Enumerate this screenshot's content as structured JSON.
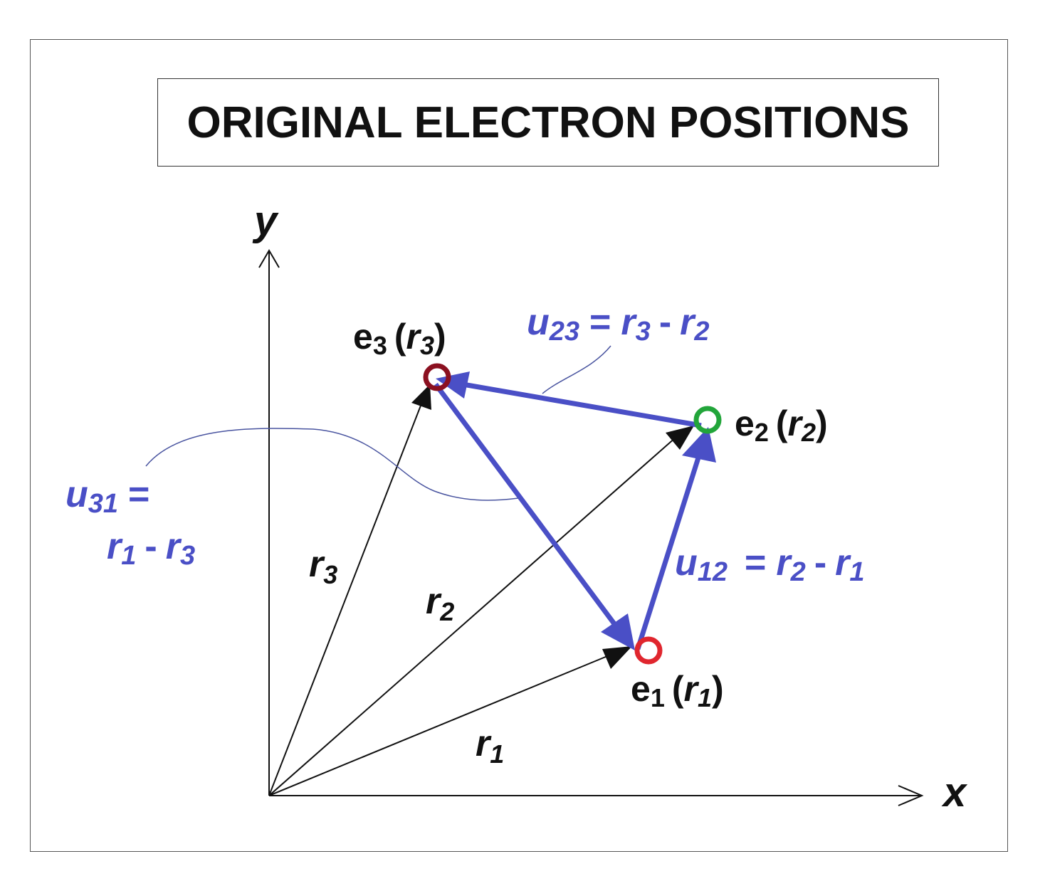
{
  "title": "ORIGINAL ELECTRON POSITIONS",
  "axes": {
    "x_label": "x",
    "y_label": "y"
  },
  "position_vectors": [
    {
      "name": "r",
      "sub": "1"
    },
    {
      "name": "r",
      "sub": "2"
    },
    {
      "name": "r",
      "sub": "3"
    }
  ],
  "electrons": [
    {
      "e": "e",
      "sub": "1",
      "open": "(",
      "r": "r",
      "r_sub": "1",
      "close": ")",
      "color": "#e0262e"
    },
    {
      "e": "e",
      "sub": "2",
      "open": "(",
      "r": "r",
      "r_sub": "2",
      "close": ")",
      "color": "#22a53a"
    },
    {
      "e": "e",
      "sub": "3",
      "open": "(",
      "r": "r",
      "r_sub": "3",
      "close": ")",
      "color": "#8b1020"
    }
  ],
  "relative_vectors": {
    "u12": {
      "u": "u",
      "u_sub": "12",
      "eq": "=",
      "a": "r",
      "a_sub": "2",
      "minus": "-",
      "b": "r",
      "b_sub": "1"
    },
    "u23": {
      "u": "u",
      "u_sub": "23",
      "eq": "=",
      "a": "r",
      "a_sub": "3",
      "minus": "-",
      "b": "r",
      "b_sub": "2"
    },
    "u31": {
      "u": "u",
      "u_sub": "31",
      "eq": "=",
      "a": "r",
      "a_sub": "1",
      "minus": "-",
      "b": "r",
      "b_sub": "3"
    }
  },
  "colors": {
    "relative_vector": "#4a4fc6",
    "position_vector": "#111111"
  }
}
